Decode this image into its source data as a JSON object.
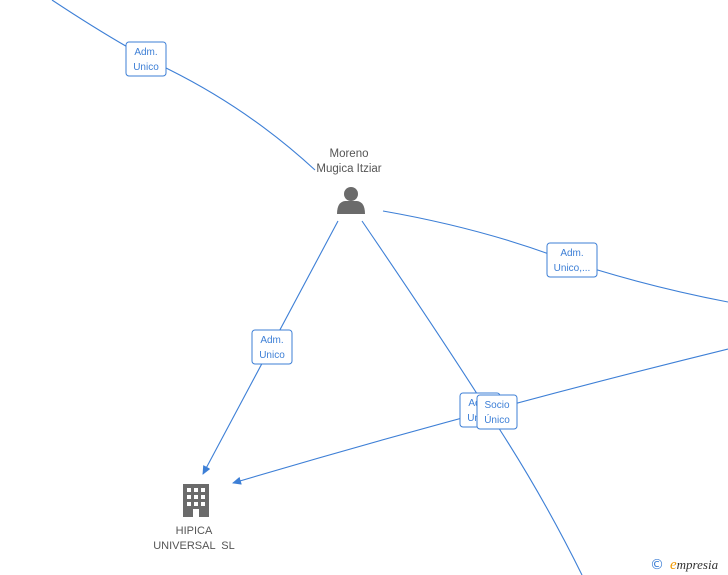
{
  "nodes": {
    "person": {
      "line1": "Moreno",
      "line2": "Mugica Itziar",
      "icon": "person-icon"
    },
    "company": {
      "line1": "HIPICA",
      "line2": "UNIVERSAL  SL",
      "icon": "building-icon"
    }
  },
  "edges": [
    {
      "id": "top-left",
      "label1": "Adm.",
      "label2": "Unico"
    },
    {
      "id": "right-upper",
      "label1": "Adm.",
      "label2": "Unico,..."
    },
    {
      "id": "to-company",
      "label1": "Adm.",
      "label2": "Unico"
    },
    {
      "id": "down-right",
      "label1": "Adm.",
      "label2": "Unico"
    },
    {
      "id": "right-to-company",
      "label1": "Socio",
      "label2": "Único"
    }
  ],
  "footer": {
    "copyright": "©",
    "brand_initial": "e",
    "brand_rest": "mpresia"
  },
  "colors": {
    "edge": "#3d7fd6",
    "icon": "#6b6b6b",
    "text": "#555555",
    "brand_accent": "#f29a00"
  }
}
